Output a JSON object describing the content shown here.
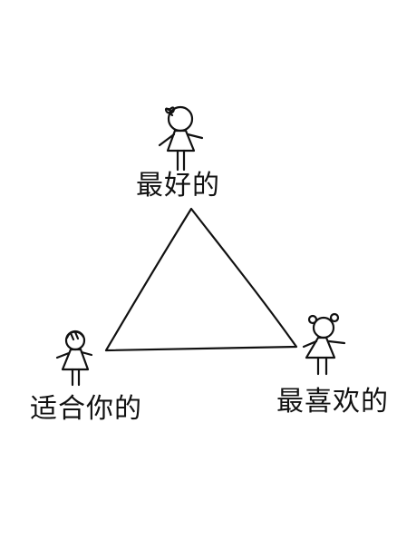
{
  "diagram": {
    "labels": {
      "top": "最好的",
      "left": "适合你的",
      "right": "最喜欢的"
    },
    "figures": [
      {
        "id": "top",
        "hair": "single-bow"
      },
      {
        "id": "left",
        "hair": "fringe"
      },
      {
        "id": "right",
        "hair": "double-bun"
      }
    ],
    "stroke_color": "#111111",
    "background_color": "#ffffff"
  }
}
